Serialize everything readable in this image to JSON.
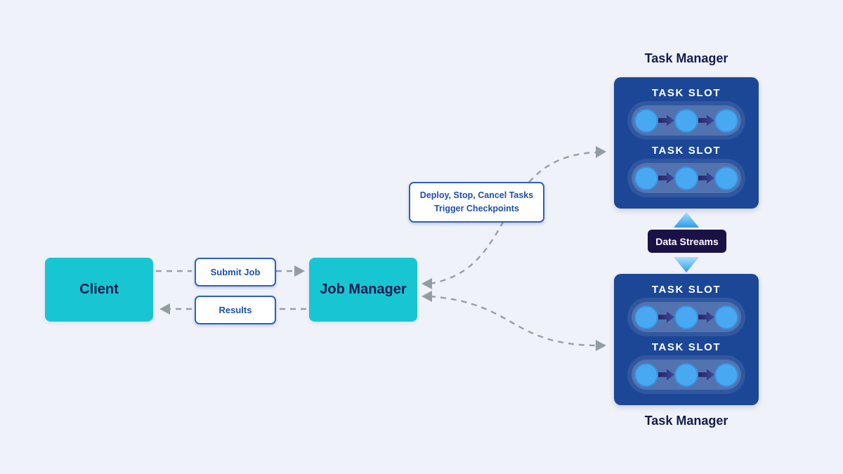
{
  "palette": {
    "background": "#f0f2f9",
    "node_cyan": "#17c6d2",
    "node_text_navy": "#0f1a4d",
    "task_manager_blue": "#1c4796",
    "task_circle_blue": "#48a9f2",
    "task_arrow_navy": "#2a2562",
    "label_border_blue": "#2b62c2",
    "label_text_blue": "#1d4fae",
    "data_streams_bg": "#1a1147",
    "dashed_line_gray": "#96a0a4",
    "stream_arrow_blue": "#2f9ceb"
  },
  "icons": {
    "task_flow_arrow": "right-arrow",
    "data_stream_up": "up-triangle",
    "data_stream_down": "down-triangle",
    "dashed_arrowhead": "gray-triangle"
  },
  "nodes": {
    "client": {
      "label": "Client"
    },
    "job_manager": {
      "label": "Job Manager"
    },
    "task_manager_top": {
      "title": "Task Manager",
      "slots": [
        {
          "label": "TASK SLOT"
        },
        {
          "label": "TASK SLOT"
        }
      ]
    },
    "task_manager_bottom": {
      "title": "Task Manager",
      "slots": [
        {
          "label": "TASK SLOT"
        },
        {
          "label": "TASK SLOT"
        }
      ]
    }
  },
  "edge_labels": {
    "submit_job": "Submit Job",
    "results": "Results",
    "deploy_line1": "Deploy, Stop, Cancel Tasks",
    "deploy_line2": "Trigger Checkpoints",
    "data_streams": "Data Streams"
  }
}
